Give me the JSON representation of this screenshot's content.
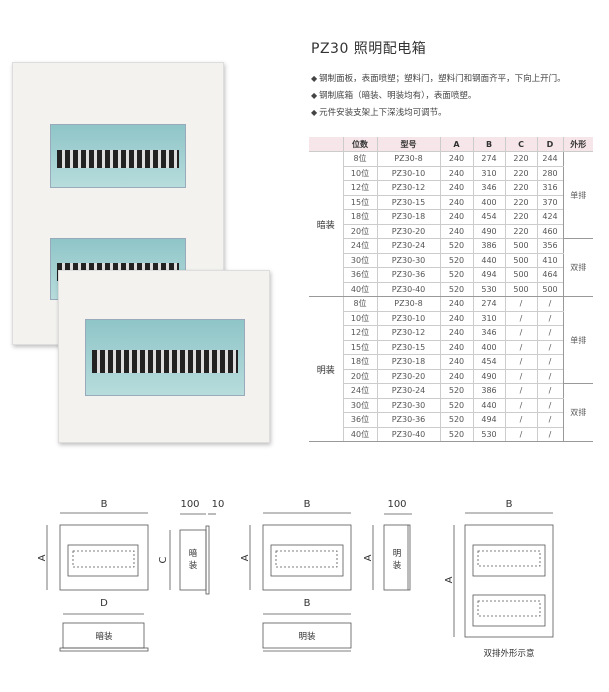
{
  "title": "PZ30 照明配电箱",
  "features": [
    "钢制面板，表面喷塑；塑料门，塑料门和钢面齐平，下向上开门。",
    "钢制底箱（暗装、明装均有），表面喷塑。",
    "元件安装支架上下深浅均可调节。"
  ],
  "bullet": "◆",
  "table": {
    "headers": [
      "",
      "位数",
      "型号",
      "A",
      "B",
      "C",
      "D",
      "外形"
    ],
    "groups": [
      {
        "name": "暗装",
        "rows": [
          [
            "8位",
            "PZ30-8",
            "240",
            "274",
            "220",
            "244"
          ],
          [
            "10位",
            "PZ30-10",
            "240",
            "310",
            "220",
            "280"
          ],
          [
            "12位",
            "PZ30-12",
            "240",
            "346",
            "220",
            "316"
          ],
          [
            "15位",
            "PZ30-15",
            "240",
            "400",
            "220",
            "370"
          ],
          [
            "18位",
            "PZ30-18",
            "240",
            "454",
            "220",
            "424"
          ],
          [
            "20位",
            "PZ30-20",
            "240",
            "490",
            "220",
            "460"
          ],
          [
            "24位",
            "PZ30-24",
            "520",
            "386",
            "500",
            "356"
          ],
          [
            "30位",
            "PZ30-30",
            "520",
            "440",
            "500",
            "410"
          ],
          [
            "36位",
            "PZ30-36",
            "520",
            "494",
            "500",
            "464"
          ],
          [
            "40位",
            "PZ30-40",
            "520",
            "530",
            "500",
            "500"
          ]
        ],
        "shapes": [
          "单排",
          "双排"
        ]
      },
      {
        "name": "明装",
        "rows": [
          [
            "8位",
            "PZ30-8",
            "240",
            "274",
            "/",
            "/"
          ],
          [
            "10位",
            "PZ30-10",
            "240",
            "310",
            "/",
            "/"
          ],
          [
            "12位",
            "PZ30-12",
            "240",
            "346",
            "/",
            "/"
          ],
          [
            "15位",
            "PZ30-15",
            "240",
            "400",
            "/",
            "/"
          ],
          [
            "18位",
            "PZ30-18",
            "240",
            "454",
            "/",
            "/"
          ],
          [
            "20位",
            "PZ30-20",
            "240",
            "490",
            "/",
            "/"
          ],
          [
            "24位",
            "PZ30-24",
            "520",
            "386",
            "/",
            "/"
          ],
          [
            "30位",
            "PZ30-30",
            "520",
            "440",
            "/",
            "/"
          ],
          [
            "36位",
            "PZ30-36",
            "520",
            "494",
            "/",
            "/"
          ],
          [
            "40位",
            "PZ30-40",
            "520",
            "530",
            "/",
            "/"
          ]
        ],
        "shapes": [
          "单排",
          "双排"
        ]
      }
    ]
  },
  "diagrams": {
    "B": "B",
    "A": "A",
    "C": "C",
    "D": "D",
    "depth_100": "100",
    "flange_10": "10",
    "concealed": "暗装",
    "concealed_v1": "暗",
    "concealed_v2": "装",
    "surface": "明装",
    "surface_v1": "明",
    "surface_v2": "装",
    "double_caption": "双排外形示意"
  }
}
